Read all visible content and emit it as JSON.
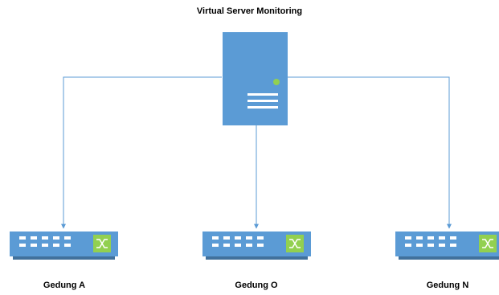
{
  "diagram": {
    "title": "Virtual Server Monitoring",
    "server": {
      "icon": "server-icon",
      "status_light_color": "#92d050"
    },
    "switches": [
      {
        "label": "Gedung A",
        "icon": "network-switch-icon"
      },
      {
        "label": "Gedung O",
        "icon": "network-switch-icon"
      },
      {
        "label": "Gedung N",
        "icon": "network-switch-icon"
      }
    ],
    "colors": {
      "device_fill": "#5b9bd5",
      "device_edge": "#41719c",
      "connector": "#5b9bd5",
      "switch_badge": "#92d050"
    }
  }
}
